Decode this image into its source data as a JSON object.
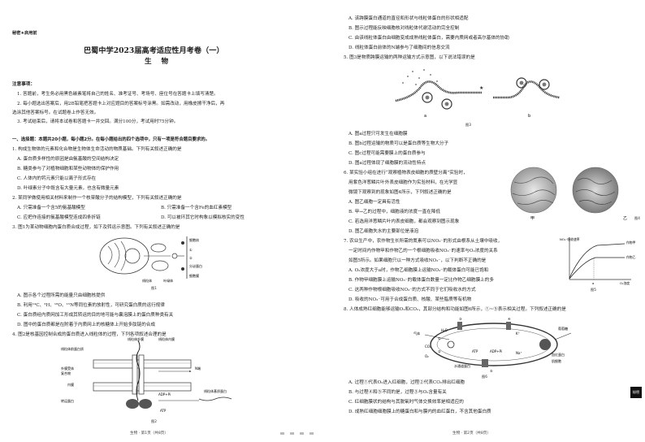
{
  "left": {
    "secret_tag": "秘密★启用前",
    "title": "巴蜀中学2023届高考适应性月考卷（一）",
    "subject": "生    物",
    "notice_heading": "注意事项：",
    "notices": [
      "1. 答题前，考生务必用黑色碳素笔将自己的姓名、准考证号、考场号、座位号在答题卡上填写清楚。",
      "2. 每小题选出答案后，用2B铅笔把答题卡上对应题目的答案标号涂黑。如需改动，用橡皮擦干净后，再",
      "选涂其他答案标号。在试题卷上作答无效。",
      "3. 考试结束后，请将本试卷和答题卡一并交回。满分100分，考试用时75分钟。"
    ],
    "section_heading": "一、选择题：本题共20小题，每小题2分。在每小题给出的四个选项中，只有一项是符合题目要求的。",
    "q1": [
      "1. 构成生物体的元素和化合物是生物体生命活动的物质基础。下列有关叙述正确的是",
      "A. 蛋白质多样性的原因是由氨基酸的空间结构决定",
      "B. 糖类参与了对植物细胞和某些动物体的保护作用",
      "C. 人体内的钙元素只能以离子形式存在",
      "D. 叶绿素分子中既含有大量元素，也含有微量元素"
    ],
    "q2": [
      "2. 某同学做使用相关材料来制作一个核苷酸分子的结构模型，下列有关叙述正确的是",
      "A. 只需准备一个含5的氨基酸模型",
      "B. 只需准备一个含Fe的血红素模型",
      "C. 应把作连接的氨基酸模型连成四条折链",
      "D. 可以被环其它时构象以模拟核实的变性"
    ],
    "q3_intro": "3. 图1为某动物细胞内蛋白质合成过程，如下及转运示意图。下列有关叙述正确的是",
    "q3": [
      "A. 图示各个过程所需的能量只由细胞核提供",
      "B. 利用¹⁴C、³H、¹⁸O、¹⁵N等同位素的放射性，可研究蛋白质的运行规律",
      "C. 蛋白质经内质网加工形成其转运的目的地可能与囊泡膜上的蛋白质种类有关",
      "D. 图中的蛋白质都是在附着于内质网上的核糖体上开始多肽链的合成"
    ],
    "q4_intro": "4. 图2是核基因控制合成的蛋白质进入线粒体的过程，下列各项叙述合理的是",
    "fig1_labels": [
      "细胞核",
      "①",
      "②",
      "分泌蛋白",
      "线粒体",
      "叶绿体",
      "细胞膜"
    ],
    "fig2_labels": [
      "线粒体外膜",
      "线粒体内膜",
      "线粒体前蛋白质",
      "外膜受体",
      "复合物",
      "内膜",
      "转运蛋白",
      "N端",
      "ATP",
      "ADP+Pi",
      "线粒体基质蛋白"
    ],
    "fig1_caption": "图1",
    "fig2_caption": "图2",
    "footer": "生物 · 第1页（共8页）"
  },
  "right": {
    "q4_options": [
      "A. 该跨膜蛋白通道的直径和形状与线粒体蛋白的形状相适配",
      "B. 图示过程能反映细胞核对线粒体代谢活动的完全控制",
      "C. 由该线粒体蛋白由细胞变成成熟线粒体蛋白，需要内质网或者高尔基体的协助",
      "D. 线粒体蛋白前体的N端参与了细胞间的信息交流"
    ],
    "q5_intro": "5. 图3是物质跨膜运输的两种运输方式示意图，以下说法错误的是",
    "q5": [
      "A. 图a过程只可发生在细胞膜",
      "B. 图b过程运输的物质可以是蛋白质等生物大分子",
      "C. 图c过程可能需要膜上的蛋白质参与",
      "D. 图a过程体现了细胞膜的流动性特点"
    ],
    "fig3_caption": "图3",
    "fig3_labels": [
      "a",
      "b"
    ],
    "q6": [
      "6. 某实验小组在进行“观察植物表皮细胞的质壁分离”实验时，",
      "用紫色洋葱鳞片叶外表皮细胞作为实验材料，在光学显",
      "微镜下观察到的现象如图4所示，下列叙述正确的是"
    ],
    "q6_options": [
      "A. 图乙细胞一定具有活性",
      "B. 甲→乙的过程中，细胞液的浓度一直在降低",
      "C. 若选用洋葱鳞片叶内表皮细胞，都会观察到图示现象",
      "D. 图乙细胞失水的主要部位是液泡"
    ],
    "fig4_caption": "图4",
    "fig4_labels": [
      "甲",
      "乙"
    ],
    "q7": [
      "7. 农业生产中，农作物生长所需的氮素可以NO₃⁻的形式由根系从土壤中吸收，",
      "一定时间内作物甲和作物乙的一个根细胞吸收NO₃⁻的速率与O₂浓度的关系",
      "如图5所示。如果细胞只以一种方式吸收NO₃⁻，以下判断不正确的是"
    ],
    "q7_options": [
      "A. O₂浓度大于a时，作物乙细胞膜上运输NO₃⁻的载体蛋白可能已饱和",
      "B. 作物甲细胞膜上运输NO₃⁻的载体蛋白数量一定比作物乙细胞膜上的多",
      "C. 这两种作物根细胞吸收NO₃⁻的方式不同于它们吸收水的方式",
      "D. 吸收的NO₃⁻可用于合成蛋白质、核酸、某些脂质等有机物"
    ],
    "fig5_caption": "图5",
    "fig5_labels": [
      "NO₃⁻吸收速率",
      "O₂浓度",
      "a",
      "作物甲",
      "作物乙"
    ],
    "q8": "8. 人体成熟红细胞能够运输O₂和CO₂，其部分结构和功能如图6所示，①~⑤表示相关过程。下列叙述正确的是",
    "fig6_labels": [
      "气体",
      "①",
      "②",
      "③",
      "④",
      "⑤",
      "H₂O",
      "葡萄糖",
      "ATP",
      "ADP+Pi",
      "K⁺",
      "Na⁺",
      "CO₂",
      "O₂",
      "水通道蛋白",
      "血红蛋白",
      "肌细胞"
    ],
    "fig6_caption": "图6",
    "q8_options": [
      "A. 过程①代表O₂进入红细胞，过程②代表CO₂排出红细胞",
      "B. 与过程④和⑤不同的是，过程③与O₂含量有关",
      "C. 红细胞膜状的结构与其脱氧时气体交换效率是相适应的",
      "D. 成熟红细胞细胞膜上的糖蛋白和与膜内的血红蛋白，不含其他蛋白质"
    ],
    "footer": "生物 · 第2页（共8页）"
  },
  "side_tab": "秘密"
}
